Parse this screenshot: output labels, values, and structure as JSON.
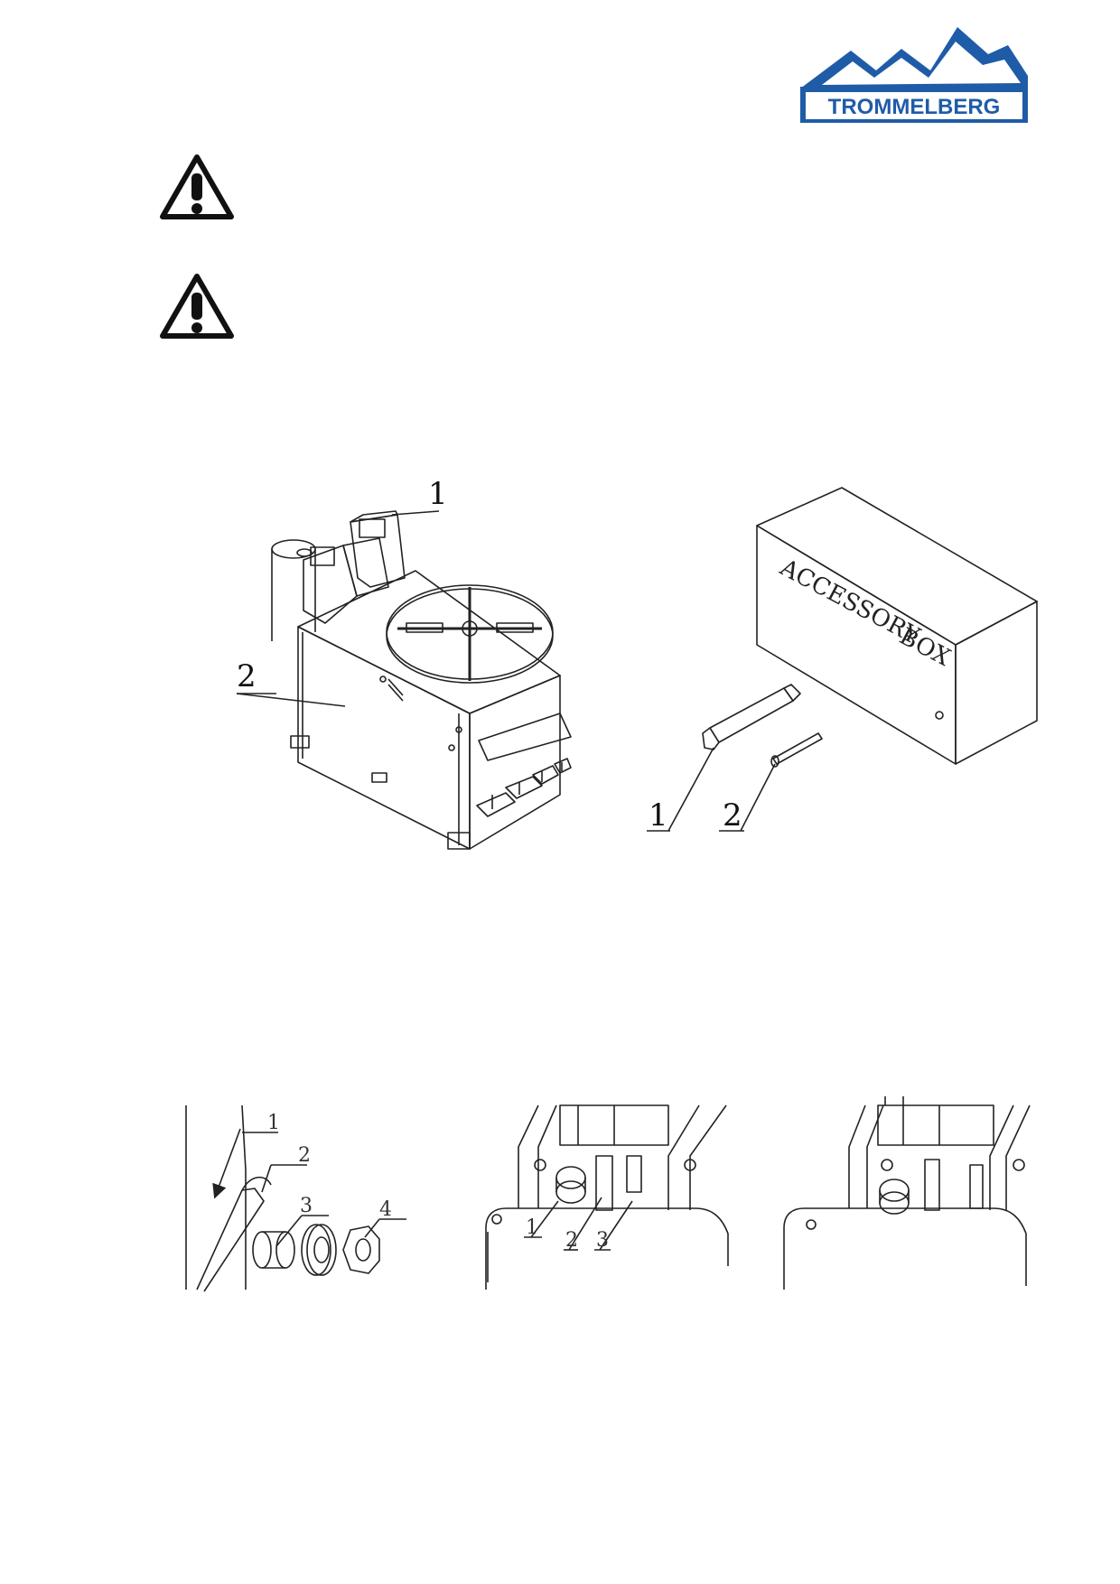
{
  "logo": {
    "text": "TROMMELBERG",
    "color": "#1f5ca8"
  },
  "warnings": [
    {
      "icon": "warning-triangle-icon"
    },
    {
      "icon": "warning-triangle-icon"
    }
  ],
  "figure1": {
    "machine_labels": [
      "1",
      "2"
    ],
    "accessory_labels": [
      "1",
      "2"
    ],
    "box_text_line1": "ACCESSORY",
    "box_text_line2": "BOX"
  },
  "figure2": {
    "panel_a_labels": [
      "1",
      "2",
      "3",
      "4"
    ],
    "panel_b_labels": [
      "1",
      "2",
      "3"
    ]
  }
}
